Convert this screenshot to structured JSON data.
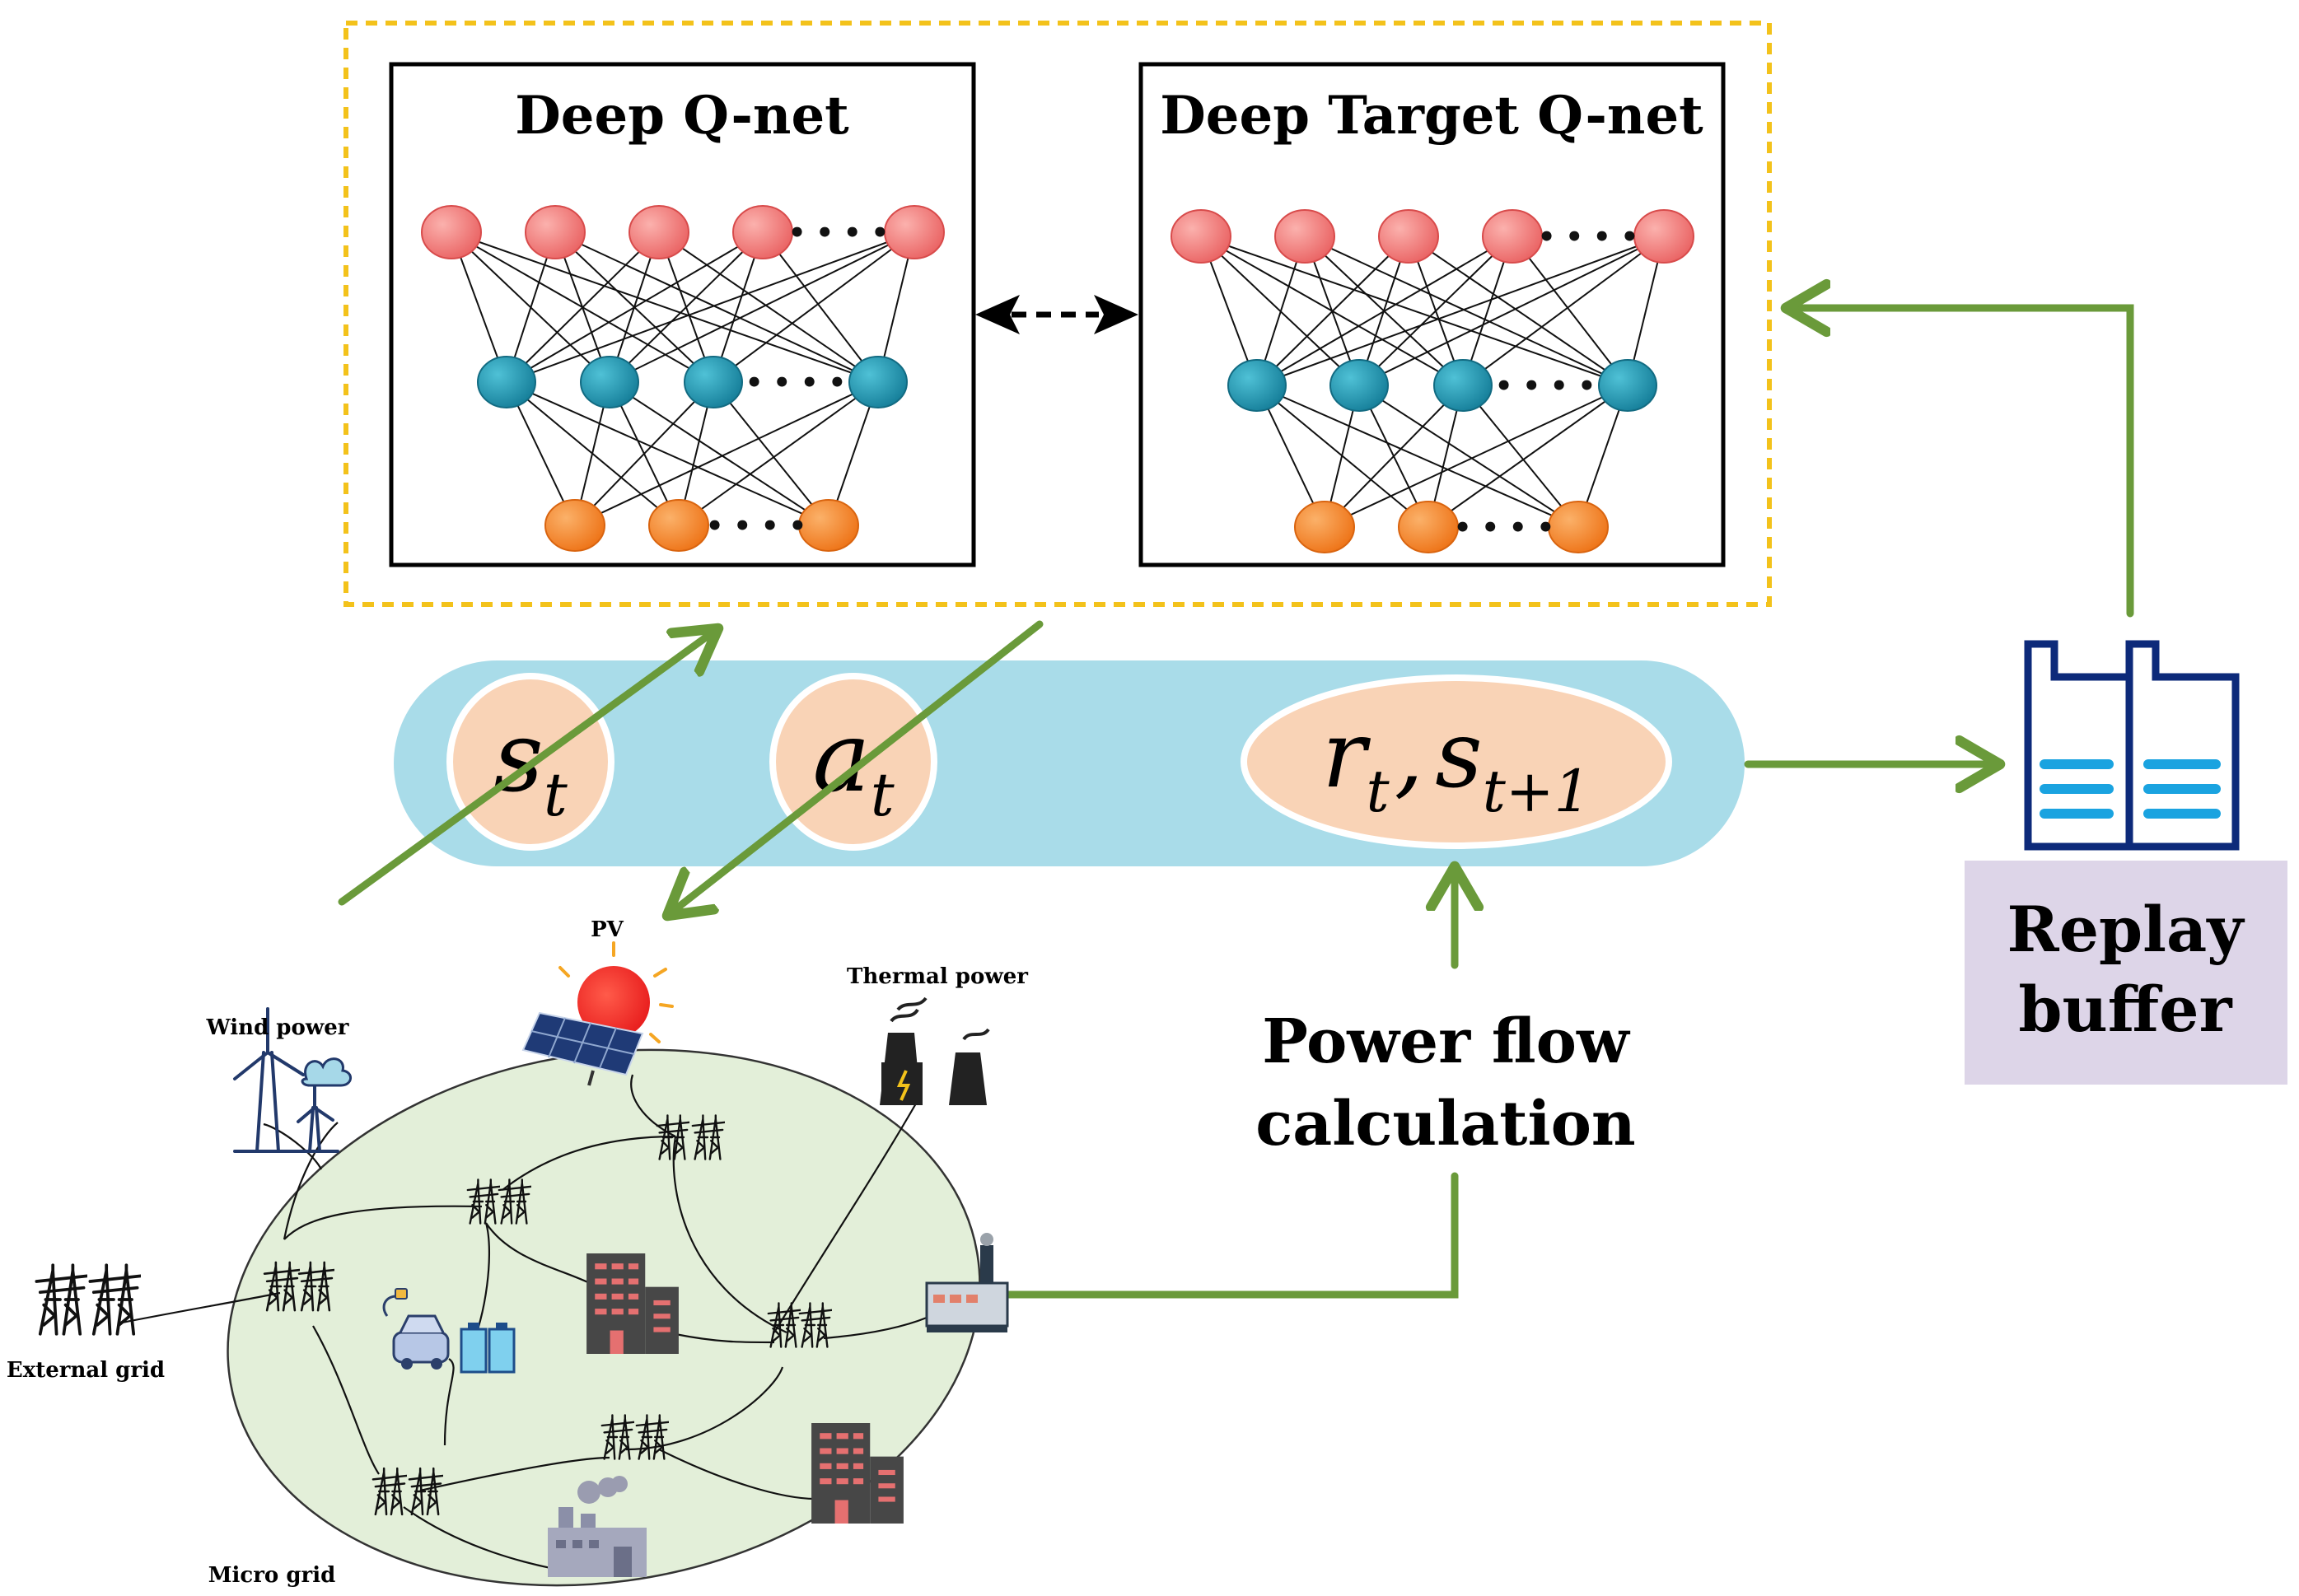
{
  "panels": {
    "q_net": {
      "title": "Deep Q-net"
    },
    "target_q_net": {
      "title": "Deep Target Q-net"
    }
  },
  "ellipsis": "• • • •",
  "transition": {
    "state": {
      "symbol": "s",
      "subscript": "t"
    },
    "action": {
      "symbol": "a",
      "subscript": "t"
    },
    "reward": {
      "symbol": "r",
      "subscript": "t"
    },
    "separator": ",",
    "next_state": {
      "symbol": "s",
      "subscript": "t+1"
    }
  },
  "replay_buffer": {
    "line1": "Replay",
    "line2": "buffer"
  },
  "power_flow": {
    "line1": "Power flow",
    "line2": "calculation"
  },
  "grid_labels": {
    "pv": "PV",
    "thermal_power": "Thermal power",
    "wind_power": "Wind power",
    "external_grid": "External grid",
    "micro_grid": "Micro grid"
  },
  "colors": {
    "frame_dashed": "#f3c21b",
    "output_node": "#f07b7b",
    "hidden_node": "#2a9fb8",
    "input_node": "#f28a2d",
    "transition_bar": "#a9dce9",
    "transition_oval": "#f9d3b6",
    "arrow_green": "#6a9a3a",
    "buffer_box": "#ddd5e8",
    "buffer_icon": "#0d2a7a",
    "buffer_lines": "#1aa3e0",
    "micro_grid_fill": "#e3efd9",
    "building": "#474747",
    "building_windows": "#e57070"
  }
}
